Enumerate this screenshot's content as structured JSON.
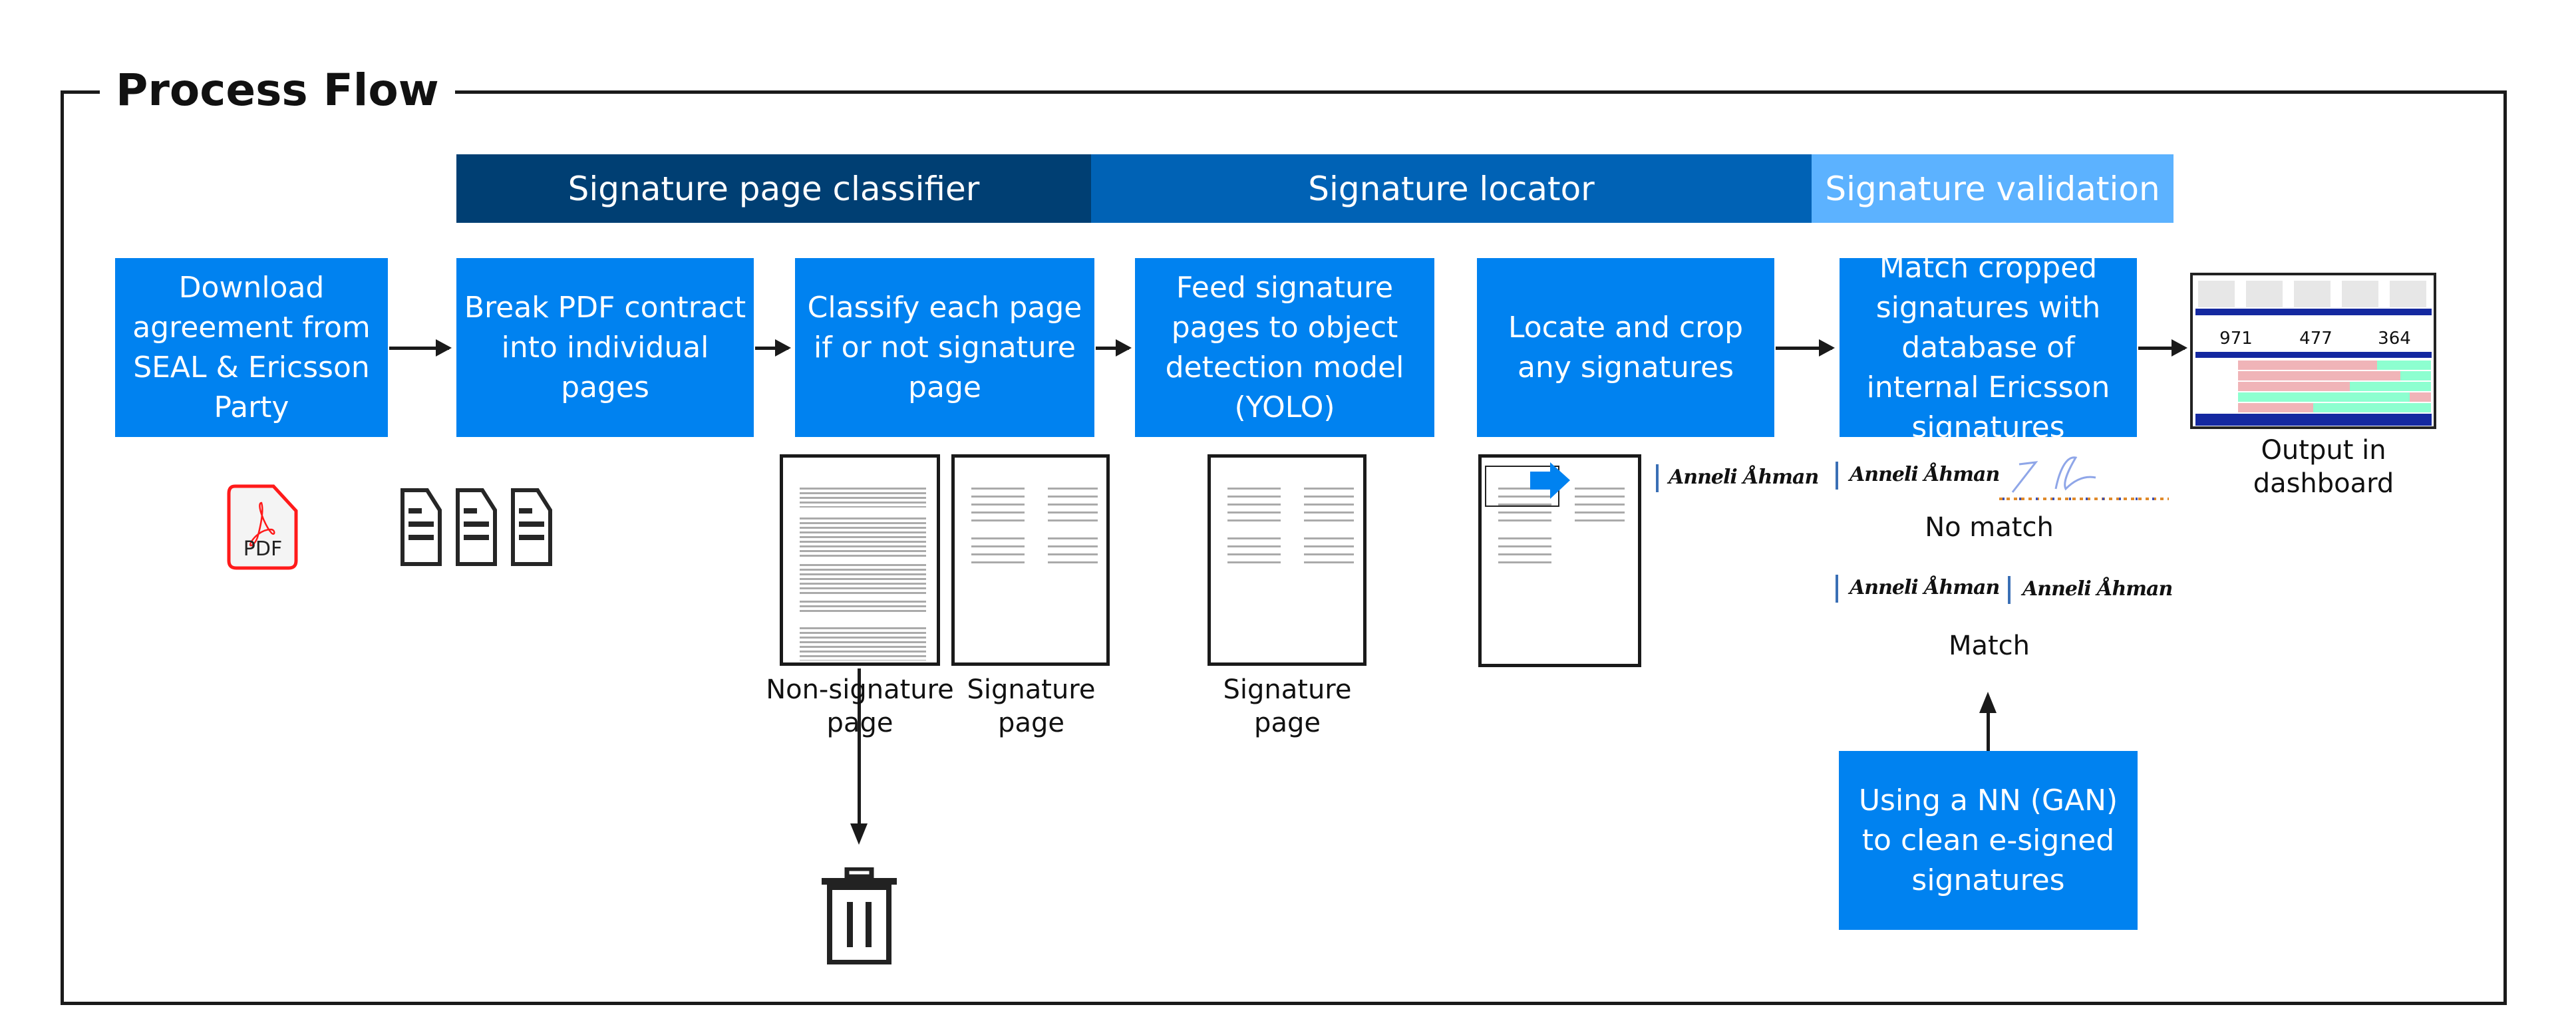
{
  "title": "Process Flow",
  "stages": [
    {
      "label": "Signature page classifier",
      "color": "#003f73"
    },
    {
      "label": "Signature locator",
      "color": "#0062b5"
    },
    {
      "label": "Signature validation",
      "color": "#5cb2ff"
    }
  ],
  "box_color": "#0082f0",
  "steps": [
    {
      "label": "Download agreement from SEAL & Ericsson Party"
    },
    {
      "label": "Break PDF contract into individual pages"
    },
    {
      "label": "Classify each page if or not signature page"
    },
    {
      "label": "Feed signature pages to object detection model (YOLO)"
    },
    {
      "label": "Locate and crop any signatures"
    },
    {
      "label": "Match cropped signatures with database of internal Ericsson signatures"
    }
  ],
  "gan_box": {
    "label": "Using a NN (GAN) to clean e-signed signatures"
  },
  "pdf_icon": {
    "icon": "pdf-file-icon",
    "label": "PDF",
    "color": "#ff1a1a"
  },
  "page_icons": [
    "document-icon",
    "document-icon",
    "document-icon"
  ],
  "captions": {
    "non_signature_page": "Non-signature page",
    "signature_page_1": "Signature page",
    "signature_page_2": "Signature page",
    "no_match": "No match",
    "match": "Match",
    "output": "Output in dashboard"
  },
  "trash_icon": "trash-icon",
  "signature_text": "Anneli Åhman",
  "dashboard": {
    "kpis": [
      "971",
      "477",
      "364"
    ],
    "bars": [
      {
        "red": 72,
        "green": 28
      },
      {
        "red": 84,
        "green": 16
      },
      {
        "red": 58,
        "green": 42
      },
      {
        "green": 89,
        "red": 11
      },
      {
        "red": 39,
        "green": 61
      }
    ],
    "colors": {
      "header": "#1428a0",
      "red": "#f0b4b8",
      "green": "#8dffd0"
    }
  }
}
